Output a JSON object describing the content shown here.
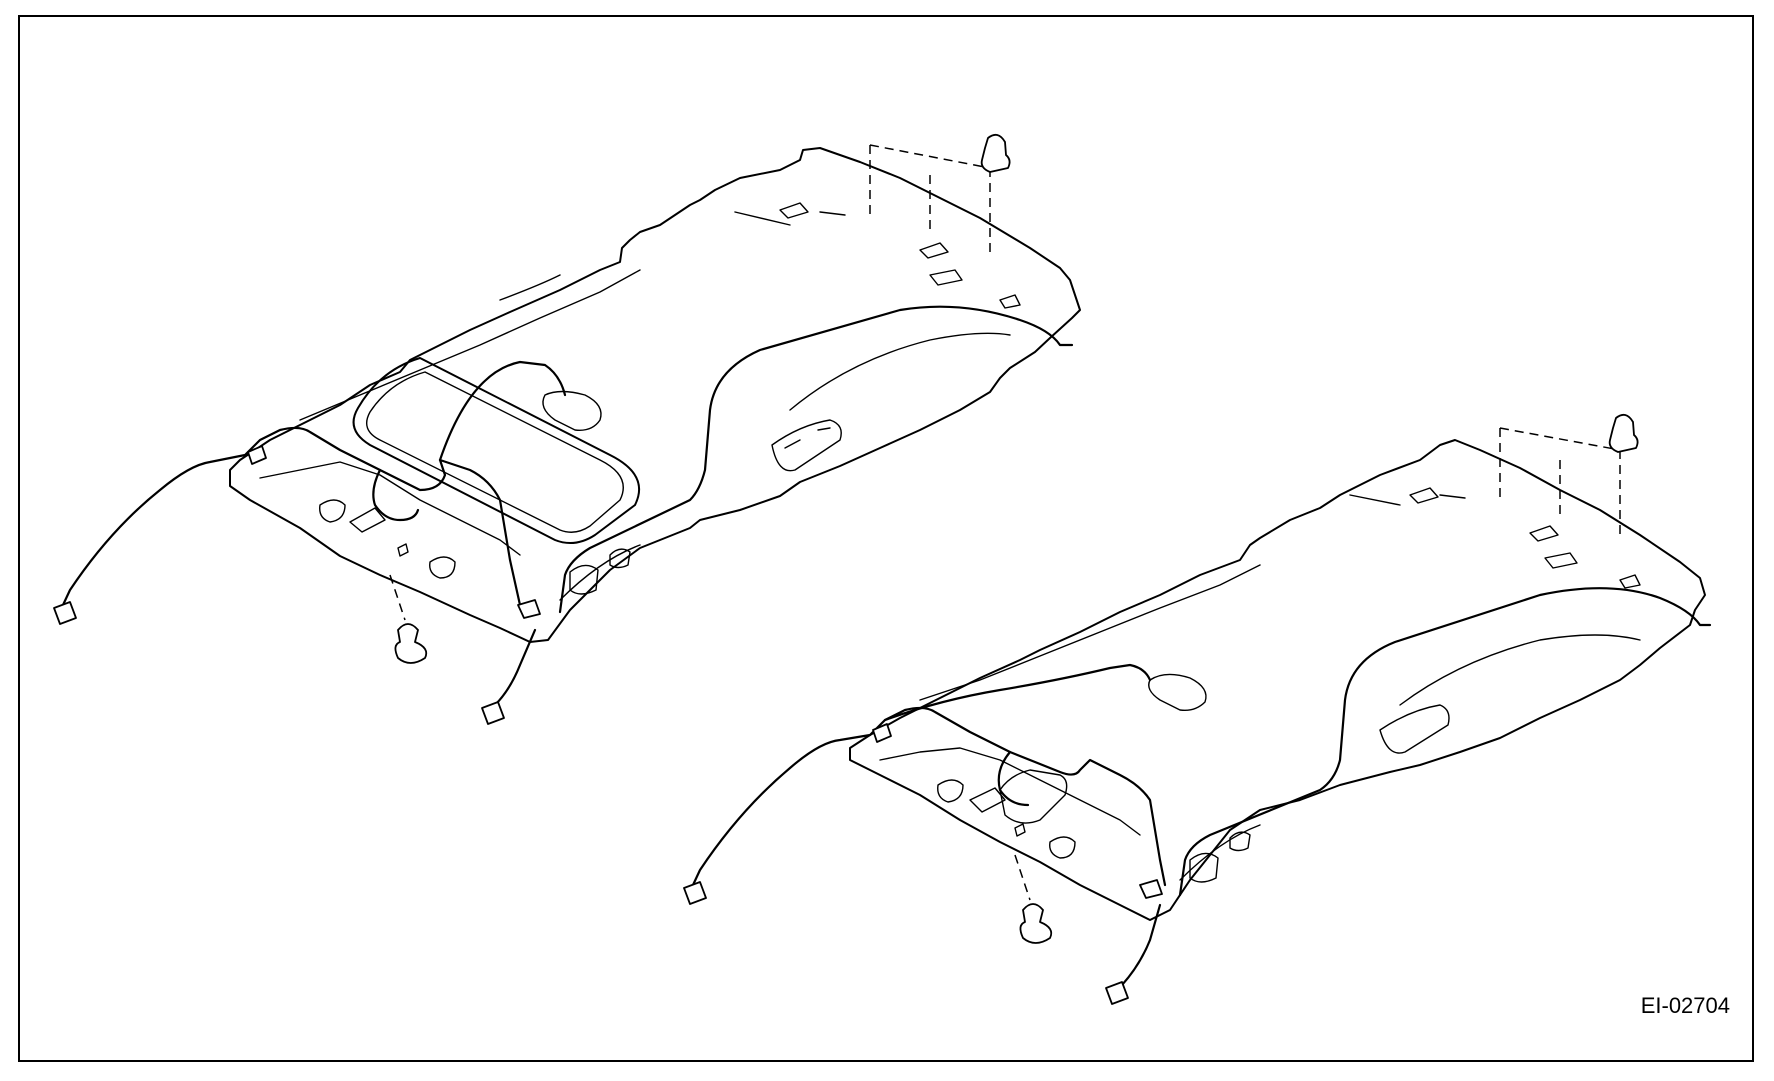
{
  "figure": {
    "code": "EI-02704",
    "line_color": "#000000",
    "background": "#ffffff"
  },
  "assemblies": [
    {
      "name": "headliner-with-sunroof-opening",
      "parts": [
        "roof-trim-panel",
        "wiring-harness",
        "harness-connector",
        "trim-clip",
        "front-clip"
      ]
    },
    {
      "name": "headliner-without-sunroof",
      "parts": [
        "roof-trim-panel",
        "wiring-harness",
        "harness-connector",
        "trim-clip",
        "front-clip"
      ]
    }
  ]
}
